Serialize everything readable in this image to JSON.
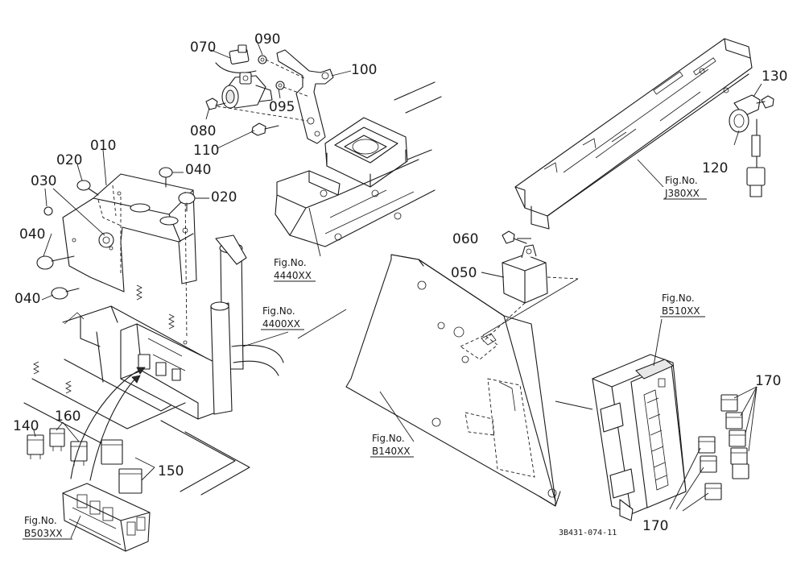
{
  "parts": {
    "p070": "070",
    "p090": "090",
    "p100": "100",
    "p095": "095",
    "p080": "080",
    "p110": "110",
    "p010": "010",
    "p020a": "020",
    "p040a": "040",
    "p030": "030",
    "p020b": "020",
    "p040b": "040",
    "p040c": "040",
    "p130": "130",
    "p120": "120",
    "p060": "060",
    "p050": "050",
    "p140": "140",
    "p160": "160",
    "p150": "150",
    "p170a": "170",
    "p170b": "170"
  },
  "refs": {
    "fig_label": "Fig.No.",
    "r4440": "4440XX",
    "r4400": "4400XX",
    "rJ380": "J380XX",
    "rB510": "B510XX",
    "rB140": "B140XX",
    "rB503": "B503XX"
  },
  "drawing_code": "3B431-074-11"
}
